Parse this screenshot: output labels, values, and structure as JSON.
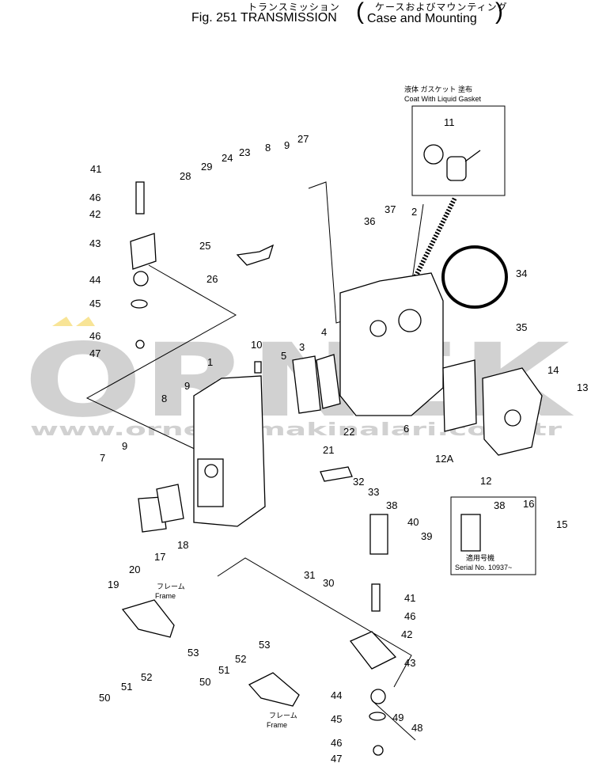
{
  "header": {
    "jp_title": "トランスミッション",
    "jp_subtitle": "ケースおよびマウンティング",
    "fig_title": "Fig. 251  TRANSMISSION",
    "subtitle": "Case and Mounting",
    "paren_open": "(",
    "paren_close": ")"
  },
  "notes": {
    "gasket_jp": "液体 ガスケット 塗布",
    "gasket_en": "Coat With Liquid Gasket",
    "serial_jp": "適用号機",
    "serial_en": "Serial No. 10937~",
    "frame_jp_1": "フレーム",
    "frame_en_1": "Frame",
    "frame_jp_2": "フレーム",
    "frame_en_2": "Frame"
  },
  "watermark": {
    "logo": "ORNEK",
    "url": "www.ornekismakinalari.com.tr",
    "color": "#9a9a9a",
    "accent": "#f0c419"
  },
  "parts": [
    {
      "id": "p1",
      "label": "1"
    },
    {
      "id": "p2",
      "label": "2"
    },
    {
      "id": "p3",
      "label": "3"
    },
    {
      "id": "p4",
      "label": "4"
    },
    {
      "id": "p5",
      "label": "5"
    },
    {
      "id": "p6",
      "label": "6"
    },
    {
      "id": "p7",
      "label": "7"
    },
    {
      "id": "p8a",
      "label": "8"
    },
    {
      "id": "p8b",
      "label": "8"
    },
    {
      "id": "p9a",
      "label": "9"
    },
    {
      "id": "p9b",
      "label": "9"
    },
    {
      "id": "p9c",
      "label": "9"
    },
    {
      "id": "p10",
      "label": "10"
    },
    {
      "id": "p11",
      "label": "11"
    },
    {
      "id": "p12",
      "label": "12"
    },
    {
      "id": "p12a",
      "label": "12A"
    },
    {
      "id": "p13",
      "label": "13"
    },
    {
      "id": "p14",
      "label": "14"
    },
    {
      "id": "p15",
      "label": "15"
    },
    {
      "id": "p16",
      "label": "16"
    },
    {
      "id": "p17",
      "label": "17"
    },
    {
      "id": "p18",
      "label": "18"
    },
    {
      "id": "p19",
      "label": "19"
    },
    {
      "id": "p20",
      "label": "20"
    },
    {
      "id": "p21",
      "label": "21"
    },
    {
      "id": "p22",
      "label": "22"
    },
    {
      "id": "p23",
      "label": "23"
    },
    {
      "id": "p24",
      "label": "24"
    },
    {
      "id": "p25",
      "label": "25"
    },
    {
      "id": "p26",
      "label": "26"
    },
    {
      "id": "p27",
      "label": "27"
    },
    {
      "id": "p28",
      "label": "28"
    },
    {
      "id": "p29",
      "label": "29"
    },
    {
      "id": "p30",
      "label": "30"
    },
    {
      "id": "p31",
      "label": "31"
    },
    {
      "id": "p32",
      "label": "32"
    },
    {
      "id": "p33",
      "label": "33"
    },
    {
      "id": "p34",
      "label": "34"
    },
    {
      "id": "p35",
      "label": "35"
    },
    {
      "id": "p36",
      "label": "36"
    },
    {
      "id": "p37",
      "label": "37"
    },
    {
      "id": "p38a",
      "label": "38"
    },
    {
      "id": "p38b",
      "label": "38"
    },
    {
      "id": "p39",
      "label": "39"
    },
    {
      "id": "p40",
      "label": "40"
    },
    {
      "id": "p41a",
      "label": "41"
    },
    {
      "id": "p41b",
      "label": "41"
    },
    {
      "id": "p42a",
      "label": "42"
    },
    {
      "id": "p42b",
      "label": "42"
    },
    {
      "id": "p43a",
      "label": "43"
    },
    {
      "id": "p43b",
      "label": "43"
    },
    {
      "id": "p44a",
      "label": "44"
    },
    {
      "id": "p44b",
      "label": "44"
    },
    {
      "id": "p45a",
      "label": "45"
    },
    {
      "id": "p45b",
      "label": "45"
    },
    {
      "id": "p46a",
      "label": "46"
    },
    {
      "id": "p46b",
      "label": "46"
    },
    {
      "id": "p46c",
      "label": "46"
    },
    {
      "id": "p46d",
      "label": "46"
    },
    {
      "id": "p47a",
      "label": "47"
    },
    {
      "id": "p47b",
      "label": "47"
    },
    {
      "id": "p48",
      "label": "48"
    },
    {
      "id": "p49",
      "label": "49"
    },
    {
      "id": "p50a",
      "label": "50"
    },
    {
      "id": "p50b",
      "label": "50"
    },
    {
      "id": "p51a",
      "label": "51"
    },
    {
      "id": "p51b",
      "label": "51"
    },
    {
      "id": "p52a",
      "label": "52"
    },
    {
      "id": "p52b",
      "label": "52"
    },
    {
      "id": "p53a",
      "label": "53"
    },
    {
      "id": "p53b",
      "label": "53"
    }
  ]
}
